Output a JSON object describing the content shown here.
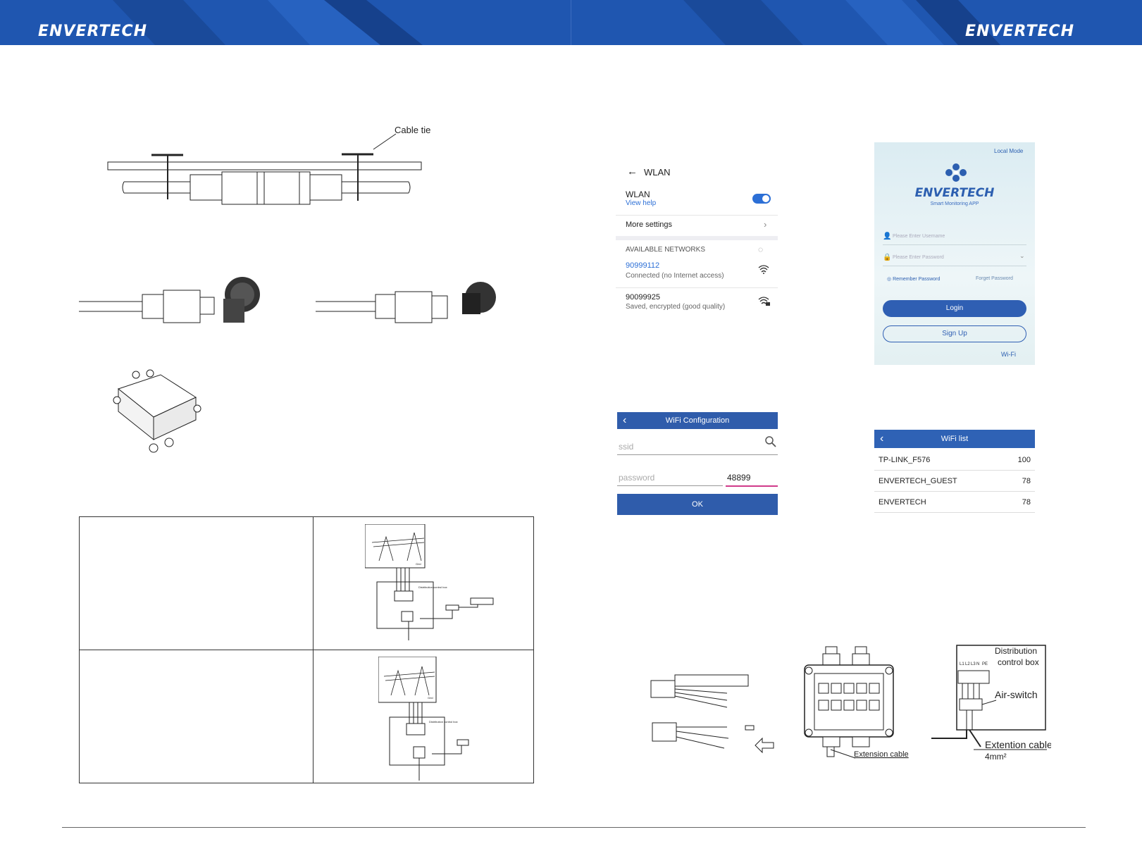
{
  "header": {
    "brand_left": "ENVERTECH",
    "brand_right": "ENVERTECH"
  },
  "cable_diagram": {
    "cable_tie_label": "Cable tie"
  },
  "wlan_screen": {
    "title": "WLAN",
    "wlan_label": "WLAN",
    "view_help": "View help",
    "more_settings": "More settings",
    "available_networks": "AVAILABLE NETWORKS",
    "networks": [
      {
        "name": "90999112",
        "status": "Connected (no Internet access)"
      },
      {
        "name": "90099925",
        "status": "Saved, encrypted (good quality)"
      }
    ]
  },
  "login_screen": {
    "local_mode": "Local Mode",
    "brand": "ENVERTECH",
    "tagline": "Smart Monitoring APP",
    "username_placeholder": "Please Enter Username",
    "password_placeholder": "Please Enter Password",
    "remember_password": "Remember Password",
    "forget_password": "Forget Password",
    "login": "Login",
    "sign_up": "Sign Up",
    "wifi": "Wi-Fi"
  },
  "wifi_config": {
    "title": "WiFi Configuration",
    "ssid_placeholder": "ssid",
    "password_placeholder": "password",
    "password_value": "48899",
    "ok": "OK"
  },
  "wifi_list": {
    "title": "WiFi list",
    "items": [
      {
        "name": "TP-LINK_F576",
        "signal": "100"
      },
      {
        "name": "ENVERTECH_GUEST",
        "signal": "78"
      },
      {
        "name": "ENVERTECH",
        "signal": "78"
      }
    ]
  },
  "grid_diagrams": {
    "grid_label": "Grid",
    "distribution_box_label": "Distribution control box"
  },
  "junction_diagram": {
    "extension_cable": "Extension cable",
    "distribution_control_box_line1": "Distribution",
    "distribution_control_box_line2": "control box",
    "air_switch": "Air-switch",
    "extention_cable": "Extention cable",
    "cable_size": "4mm²",
    "terminal_labels": [
      "L1",
      "L2",
      "L3",
      "N",
      "PE"
    ]
  }
}
